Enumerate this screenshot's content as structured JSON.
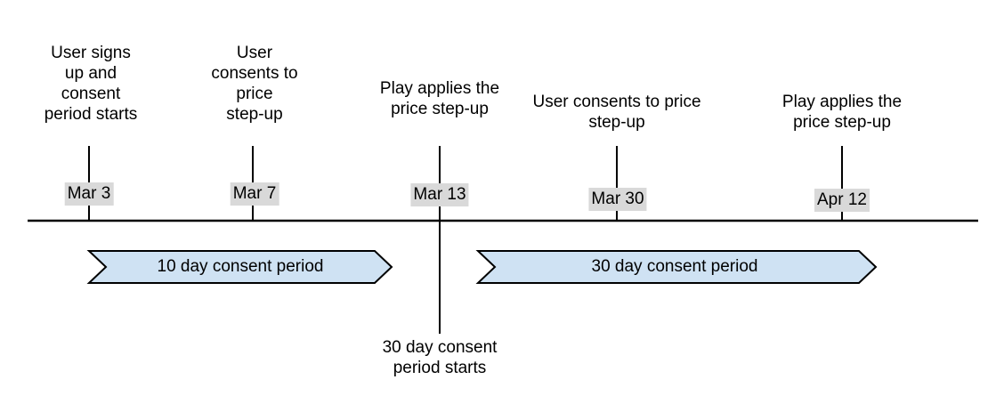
{
  "diagram": {
    "type": "timeline",
    "events": [
      {
        "date": "Mar 3",
        "label": "User signs\nup and\nconsent\nperiod starts"
      },
      {
        "date": "Mar 7",
        "label": "User\nconsents to\nprice\nstep-up"
      },
      {
        "date": "Mar 13",
        "label": "Play applies the\nprice step-up"
      },
      {
        "date": "Mar 30",
        "label": "User consents to price\nstep-up"
      },
      {
        "date": "Apr 12",
        "label": "Play applies the\nprice step-up"
      }
    ],
    "periods": [
      {
        "label": "10 day consent period"
      },
      {
        "label": "30 day consent period"
      }
    ],
    "note": "30 day consent\nperiod starts",
    "colors": {
      "background": "#ffffff",
      "text": "#000000",
      "line": "#000000",
      "date_badge_bg": "#d9d9d9",
      "period_fill": "#cfe2f3",
      "period_border": "#000000"
    }
  }
}
